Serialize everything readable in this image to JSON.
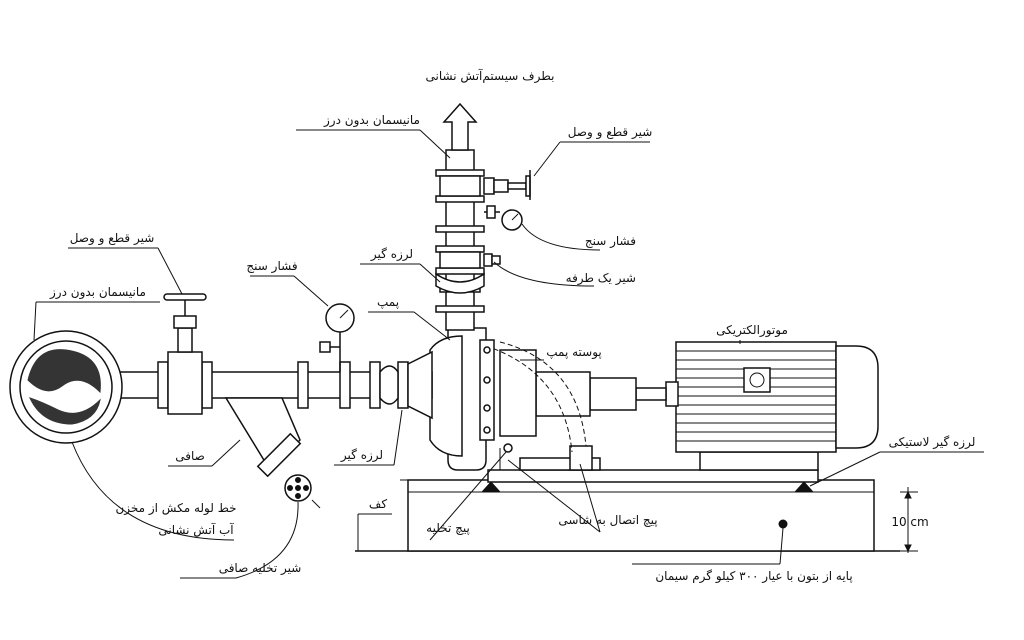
{
  "labels": {
    "to_fire_system": "بطرف سیستم‌آتش نشانی",
    "seamless_manifold_top": "مانیسمان بدون درز",
    "gate_valve_top": "شیر قطع و وصل",
    "pressure_gauge_top": "فشار سنج",
    "check_valve": "شیر یک طرفه",
    "vibration_isolator_top": "لرزه گیر",
    "pump": "پمپ",
    "pump_casing": "پوسته پمپ",
    "electric_motor": "موتورالکتریکی",
    "rubber_isolator": "لرزه گیر لاستیکی",
    "gate_valve_left": "شیر قطع و وصل",
    "seamless_manifold_left": "مانیسمان بدون درز",
    "pressure_gauge_left": "فشار سنج",
    "vibration_isolator_bottom": "لرزه گیر",
    "strainer": "صافی",
    "suction_line_1": "خط لوله مکش از مخزن",
    "suction_line_2": "آب آتش نشانی",
    "strainer_drain_valve": "شیر تخلیه صافی",
    "drain_plug": "پیچ تخلیه",
    "chassis_bolt": "پیچ اتصال به شاسی",
    "concrete_base": "پایه از بتون با عیار ۳۰۰ کیلو گرم سیمان",
    "floor": "کف",
    "dimension": "10  cm"
  }
}
